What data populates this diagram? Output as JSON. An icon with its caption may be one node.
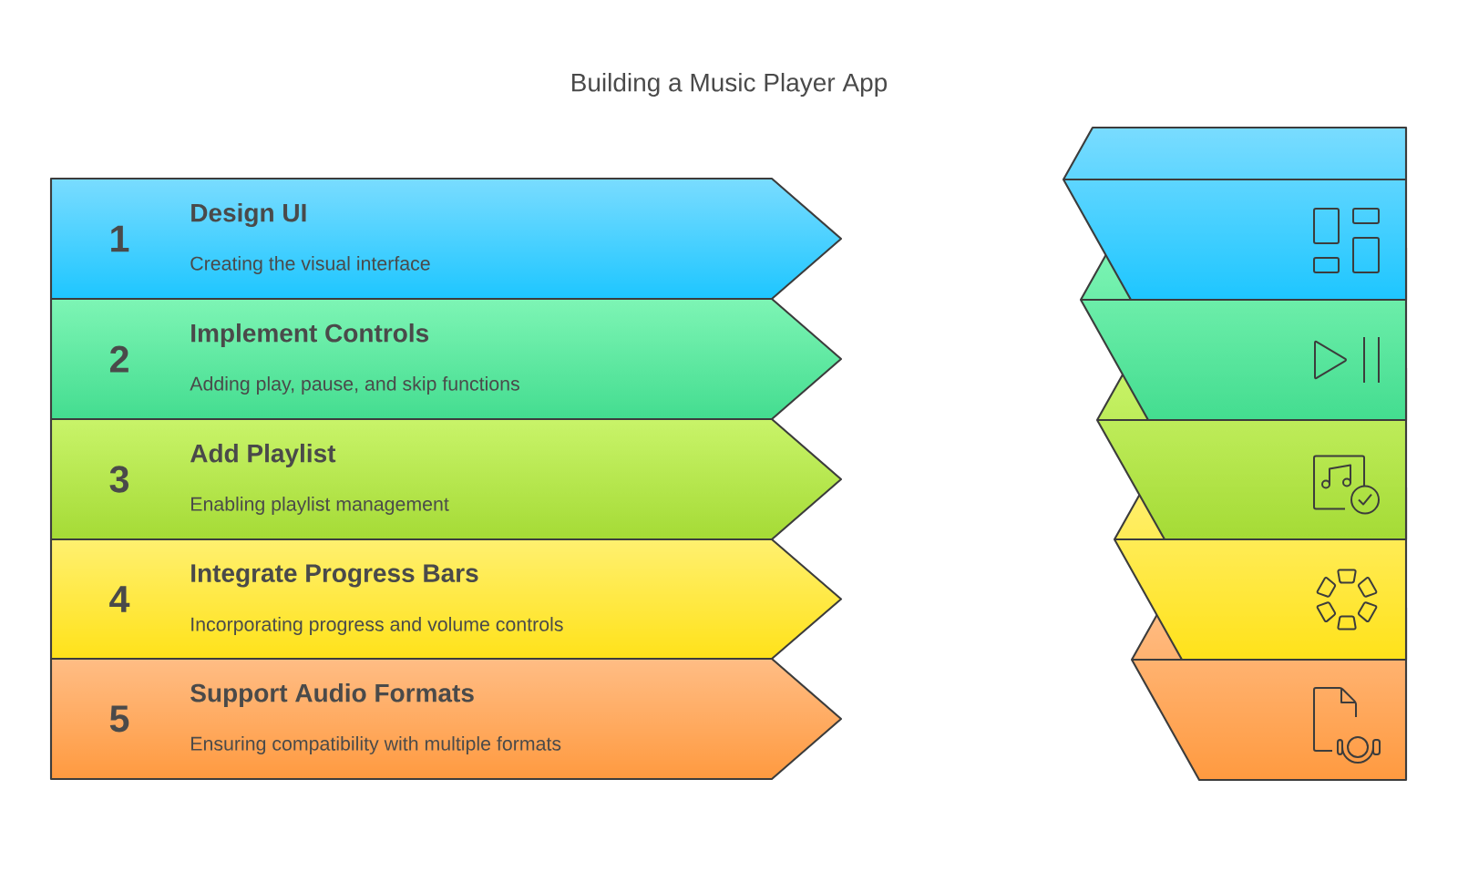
{
  "diagram": {
    "title": "Building a Music Player App",
    "nodes": [
      {
        "text": [
          "1",
          "Design UI",
          "Creating the visual interface"
        ]
      },
      {
        "text": [
          "2",
          "Implement Controls",
          "Adding play, pause, and skip functions"
        ]
      },
      {
        "text": [
          "3",
          "Add Playlist",
          "Enabling playlist management"
        ]
      },
      {
        "text": [
          "4",
          "Integrate Progress Bars",
          "Incorporating progress and volume controls"
        ]
      },
      {
        "text": [
          "5",
          "Support Audio Formats",
          "Ensuring compatibility with multiple formats"
        ]
      }
    ]
  }
}
